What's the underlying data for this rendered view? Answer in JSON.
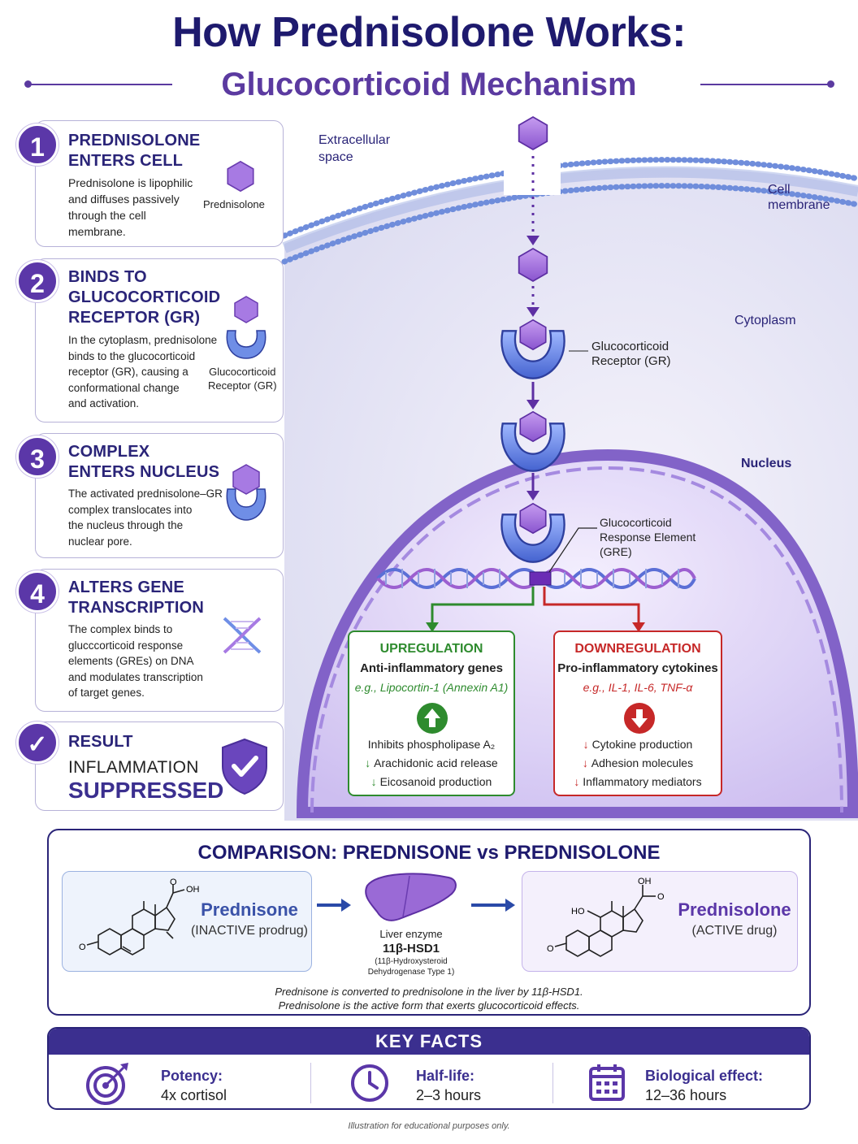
{
  "header": {
    "title": "How Prednisolone Works:",
    "subtitle": "Glucocorticoid Mechanism"
  },
  "steps": [
    {
      "number": "1",
      "title_lines": [
        "PREDNISOLONE",
        "ENTERS CELL"
      ],
      "text_lines": [
        "Prednisolone is lipophilic",
        "and diffuses passively",
        "through the cell",
        "membrane."
      ],
      "icon": "hexagon-icon",
      "icon_label": "Prednisolone"
    },
    {
      "number": "2",
      "title_lines": [
        "BINDS TO",
        "GLUCOCORTICOID",
        "RECEPTOR (GR)"
      ],
      "text_lines": [
        "In the cytoplasm, prednisolone",
        "binds to the glucocorticoid",
        "receptor (GR), causing a",
        "conformational change",
        "and activation."
      ],
      "icon": "receptor-icon",
      "icon_label_lines": [
        "Glucocorticoid",
        "Receptor (GR)"
      ]
    },
    {
      "number": "3",
      "title_lines": [
        "COMPLEX",
        "ENTERS NUCLEUS"
      ],
      "text_lines": [
        "The activated prednisolone–GR",
        "complex translocates into",
        "the nucleus through the",
        "nuclear pore."
      ],
      "icon": "complex-icon"
    },
    {
      "number": "4",
      "title_lines": [
        "ALTERS GENE",
        "TRANSCRIPTION"
      ],
      "text_lines": [
        "The complex binds to",
        "glucccorticoid response",
        "elements (GREs) on DNA",
        "and modulates transcription",
        "of target genes."
      ],
      "icon": "dna-icon"
    },
    {
      "number": "check",
      "title_lines": [
        "RESULT"
      ],
      "result_line1": "INFLAMMATION",
      "result_line2": "SUPPRESSED",
      "icon": "shield-check-icon"
    }
  ],
  "diagram": {
    "extracellular": [
      "Extracellular",
      "space"
    ],
    "cell_membrane": [
      "Cell",
      "membrane"
    ],
    "cytoplasm": "Cytoplasm",
    "nucleus": "Nucleus",
    "gr_label": [
      "Glucocorticoid",
      "Receptor (GR)"
    ],
    "gre_label": [
      "Glucocorticoid",
      "Response Element",
      "(GRE)"
    ]
  },
  "upregulation": {
    "title": "UPREGULATION",
    "subtitle": "Anti-inflammatory genes",
    "example": "e.g., Lipocortin-1 (Annexin A1)",
    "items": [
      "Inhibits phospholipase A₂",
      "Arachidonic acid release",
      "Eicosanoid production"
    ],
    "color": "#2e8b2e"
  },
  "downregulation": {
    "title": "DOWNREGULATION",
    "subtitle": "Pro-inflammatory cytokines",
    "example": "e.g., IL-1, IL-6, TNF-α",
    "items": [
      "Cytokine production",
      "Adhesion molecules",
      "Inflammatory mediators"
    ],
    "color": "#c62828"
  },
  "comparison": {
    "title": "COMPARISON: PREDNISONE vs PREDNISOLONE",
    "prednisone": {
      "name": "Prednisone",
      "kind": "(INACTIVE prodrug)",
      "labels": [
        "O",
        "OH",
        "O"
      ]
    },
    "enzyme": {
      "line1": "Liver enzyme",
      "line2": "11β-HSD1",
      "line3": "(11β-Hydroxysteroid",
      "line4": "Dehydrogenase Type 1)"
    },
    "prednisolone": {
      "name": "Prednisolone",
      "kind": "(ACTIVE drug)",
      "labels": [
        "OH",
        "HO",
        "O",
        "O"
      ]
    },
    "note_line1": "Prednisone is  converted to prednisolone in the liver by 11β-HSD1.",
    "note_line2": "Prednisolone is the active form that exerts glucocorticoid effects."
  },
  "key_facts": {
    "title": "KEY FACTS",
    "items": [
      {
        "label": "Potency:",
        "value": "4x cortisol",
        "icon": "target-icon"
      },
      {
        "label": "Half-life:",
        "value": "2–3 hours",
        "icon": "clock-icon"
      },
      {
        "label": "Biological effect:",
        "value": "12–36 hours",
        "icon": "calendar-icon"
      }
    ]
  },
  "footer": "Illustration for educational purposes only.",
  "colors": {
    "navy": "#1e1a6e",
    "purple": "#5b37a8",
    "green": "#2e8b2e",
    "red": "#c62828"
  }
}
